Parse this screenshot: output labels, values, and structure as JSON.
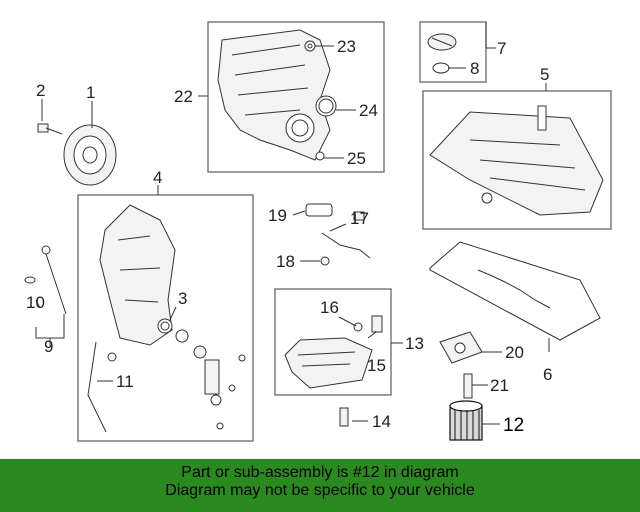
{
  "diagram": {
    "callouts": [
      {
        "id": "c1",
        "label": "1"
      },
      {
        "id": "c2",
        "label": "2"
      },
      {
        "id": "c3",
        "label": "3"
      },
      {
        "id": "c4",
        "label": "4"
      },
      {
        "id": "c5",
        "label": "5"
      },
      {
        "id": "c6",
        "label": "6"
      },
      {
        "id": "c7",
        "label": "7"
      },
      {
        "id": "c8",
        "label": "8"
      },
      {
        "id": "c9",
        "label": "9"
      },
      {
        "id": "c10",
        "label": "10"
      },
      {
        "id": "c11",
        "label": "11"
      },
      {
        "id": "c12",
        "label": "12",
        "highlighted": true
      },
      {
        "id": "c13",
        "label": "13"
      },
      {
        "id": "c14",
        "label": "14"
      },
      {
        "id": "c15",
        "label": "15"
      },
      {
        "id": "c16",
        "label": "16"
      },
      {
        "id": "c17",
        "label": "17"
      },
      {
        "id": "c18",
        "label": "18"
      },
      {
        "id": "c19",
        "label": "19"
      },
      {
        "id": "c20",
        "label": "20"
      },
      {
        "id": "c21",
        "label": "21"
      },
      {
        "id": "c22",
        "label": "22"
      },
      {
        "id": "c23",
        "label": "23"
      },
      {
        "id": "c24",
        "label": "24"
      },
      {
        "id": "c25",
        "label": "25"
      }
    ]
  },
  "banner": {
    "line1": "Part or sub-assembly is #12 in diagram",
    "line2": "Diagram may not be specific to your vehicle",
    "background_color": "#2b8a1f"
  }
}
